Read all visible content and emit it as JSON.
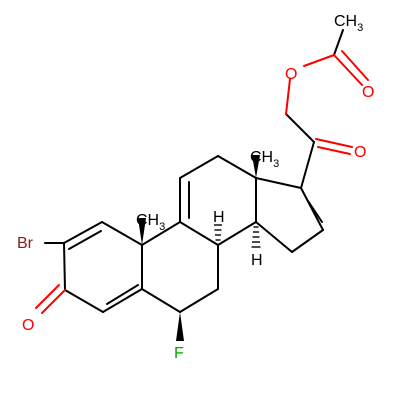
{
  "colors": {
    "bond": "#000000",
    "carbon": "#000000",
    "oxygen": "#ff0000",
    "fluorine": "#00aa00",
    "bromine": "#8b1a1a"
  },
  "labels": {
    "methyl_acetyl": "CH",
    "methyl_acetyl_sub": "3",
    "ester_oxygen": "O",
    "acetyl_carbonyl_oxygen": "O",
    "ketone_oxygen": "O",
    "methyl_c13": "CH",
    "methyl_c13_sub": "3",
    "methyl_c10": "CH",
    "methyl_c10_sub": "3",
    "bromine": "Br",
    "ring_a_ketone_oxygen": "O",
    "fluorine": "F",
    "h_c8": "H",
    "h_c14": "H"
  }
}
